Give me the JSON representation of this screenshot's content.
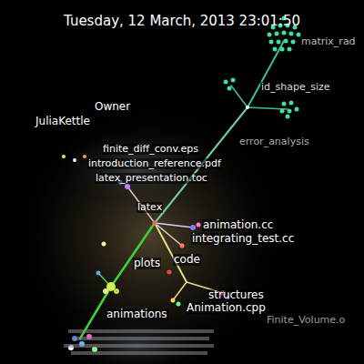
{
  "diagram": {
    "title": "Tuesday, 12 March, 2013 23:01:50",
    "labels": [
      "matrix_rad",
      "id_shape_size",
      "error_analysis",
      "Owner",
      "JuliaKettle",
      "finite_diff_conv.eps",
      "introduction_reference.pdf",
      "latex_presentation.toc",
      "latex",
      "animation.cc",
      "integrating_test.cc",
      "plots",
      "code",
      "structures",
      "Animation.cpp",
      "animations",
      "Finite_Volume.o"
    ]
  }
}
